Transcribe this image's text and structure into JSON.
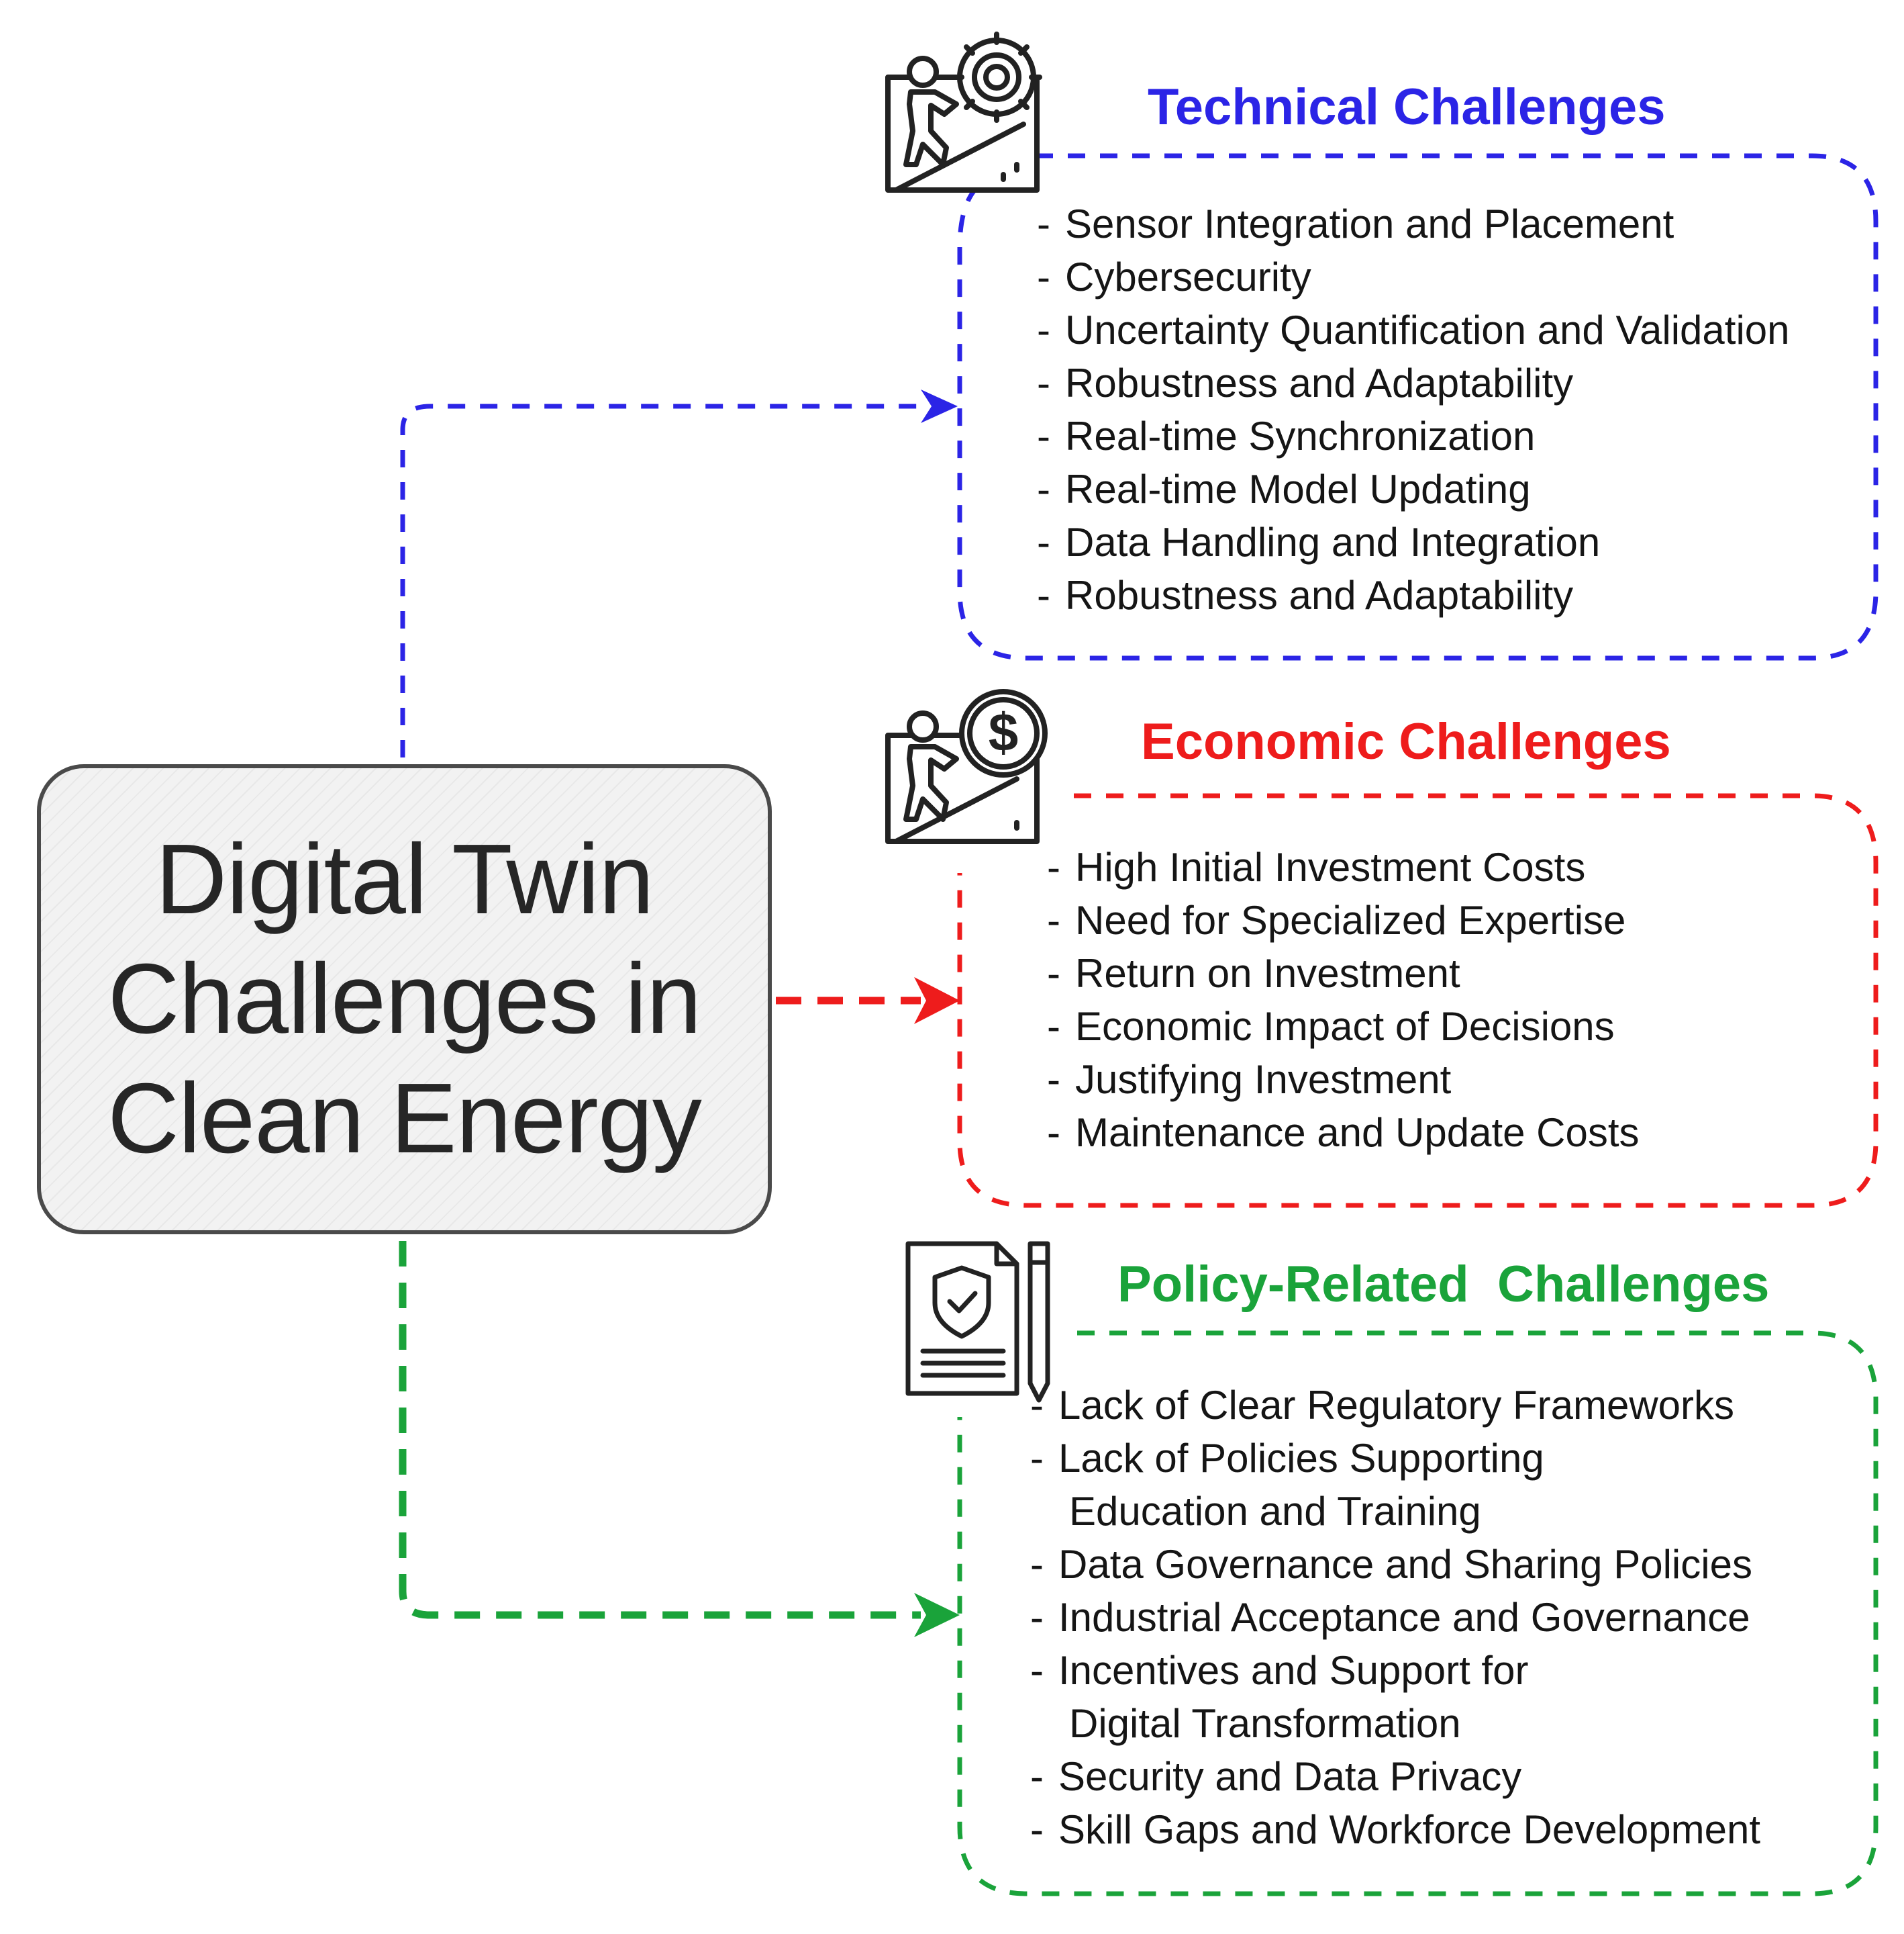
{
  "central": {
    "lines": [
      "Digital Twin",
      "Challenges in",
      "Clean Energy"
    ]
  },
  "colors": {
    "technical": "#2b24e6",
    "economic": "#ee1c1c",
    "policy": "#1aa33a",
    "icon": "#222222"
  },
  "icons": {
    "technical": "person-gear-icon",
    "economic": "person-dollar-icon",
    "policy": "policy-document-pencil-icon"
  },
  "sections": {
    "technical": {
      "title": "Technical Challenges",
      "items": [
        "Sensor Integration and Placement",
        "Cybersecurity",
        "Uncertainty Quantification and Validation",
        "Robustness and Adaptability",
        "Real-time Synchronization",
        "Real-time Model Updating",
        "Data Handling and Integration",
        "Robustness and Adaptability"
      ]
    },
    "economic": {
      "title": "Economic Challenges",
      "items": [
        "High Initial Investment Costs",
        "Need for Specialized Expertise",
        "Return on Investment",
        "Economic Impact of Decisions",
        "Justifying Investment",
        "Maintenance and Update Costs"
      ]
    },
    "policy": {
      "title": "Policy-Related  Challenges",
      "items": [
        "Lack of Clear Regulatory Frameworks",
        "Lack of Policies Supporting",
        "Education and Training",
        "Data Governance and Sharing Policies",
        "Industrial Acceptance and Governance",
        "Incentives and Support for",
        "Digital Transformation",
        "Security and Data Privacy",
        "Skill Gaps and Workforce Development"
      ]
    }
  }
}
